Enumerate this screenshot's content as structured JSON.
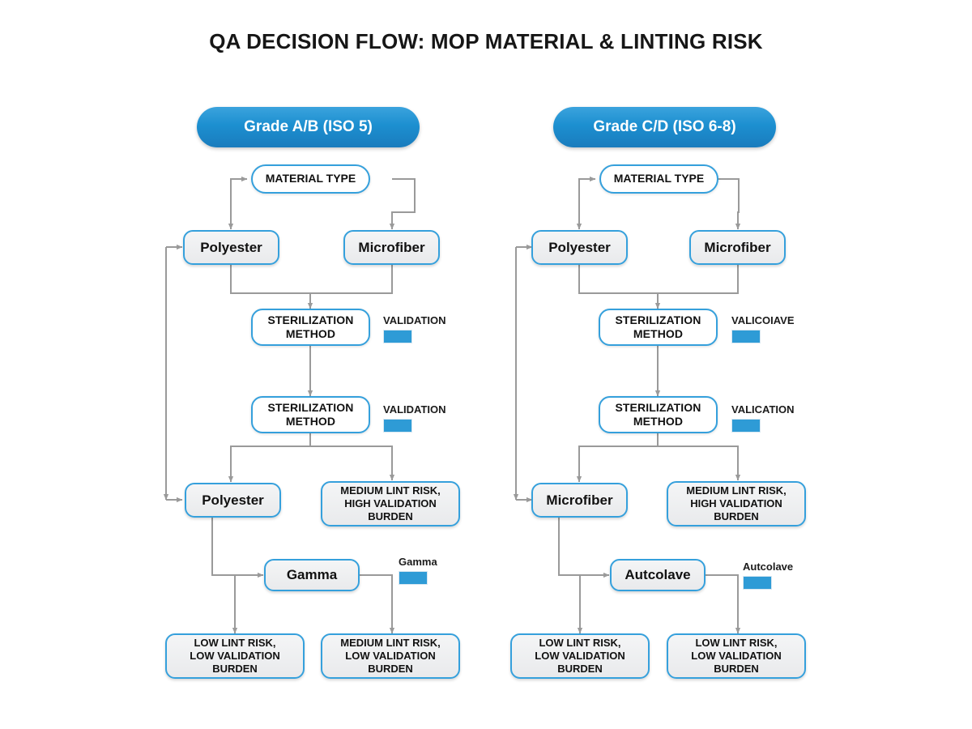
{
  "title": "QA DECISION FLOW: MOP MATERIAL & LINTING RISK",
  "theme": {
    "node_border": "#35a0dc",
    "node_fill": "#eceef0",
    "pill_blue": "#1c8fd0",
    "swatch_blue": "#2e9bd6",
    "wire_gray": "#9a9a9a",
    "text": "#111111",
    "background": "#ffffff"
  },
  "columns": [
    {
      "id": "grade-ab",
      "header": "Grade A/B (ISO 5)",
      "nodes": {
        "material_type": "MATERIAL TYPE",
        "branch_left": "Polyester",
        "branch_right": "Microfiber",
        "sterilization_1": "STERILIZATION\nMETHOD",
        "sterilization_2": "STERILIZATION\nMETHOD",
        "material_result": "Polyester",
        "risk_box": "MEDIUM LINT RISK,\nHIGH VALIDATION BURDEN",
        "method": "Gamma",
        "outcome_left": "LOW LINT RISK,\nLOW VALIDATION BURDEN",
        "outcome_right": "MEDIUM LINT RISK,\nLOW VALIDATION BURDEN"
      },
      "legends": [
        {
          "id": "validation-1",
          "label": "VALIDATION",
          "color": "#2e9bd6"
        },
        {
          "id": "validation-2",
          "label": "VALIDATION",
          "color": "#2e9bd6"
        },
        {
          "id": "method-legend",
          "label": "Gamma",
          "color": "#2e9bd6"
        }
      ]
    },
    {
      "id": "grade-cd",
      "header": "Grade C/D (ISO 6-8)",
      "nodes": {
        "material_type": "MATERIAL TYPE",
        "branch_left": "Polyester",
        "branch_right": "Microfiber",
        "sterilization_1": "STERILIZATION\nMETHOD",
        "sterilization_2": "STERILIZATION\nMETHOD",
        "material_result": "Microfiber",
        "risk_box": "MEDIUM LINT RISK,\nHIGH VALIDATION BURDEN",
        "method": "Autcolave",
        "outcome_left": "LOW LINT RISK,\nLOW VALIDATION BURDEN",
        "outcome_right": "LOW LINT RISK,\nLOW VALIDATION BURDEN"
      },
      "legends": [
        {
          "id": "validation-1",
          "label": "VALICOIAVE",
          "color": "#2e9bd6"
        },
        {
          "id": "validation-2",
          "label": "VALICATION",
          "color": "#2e9bd6"
        },
        {
          "id": "method-legend",
          "label": "Autcolave",
          "color": "#2e9bd6"
        }
      ]
    }
  ]
}
